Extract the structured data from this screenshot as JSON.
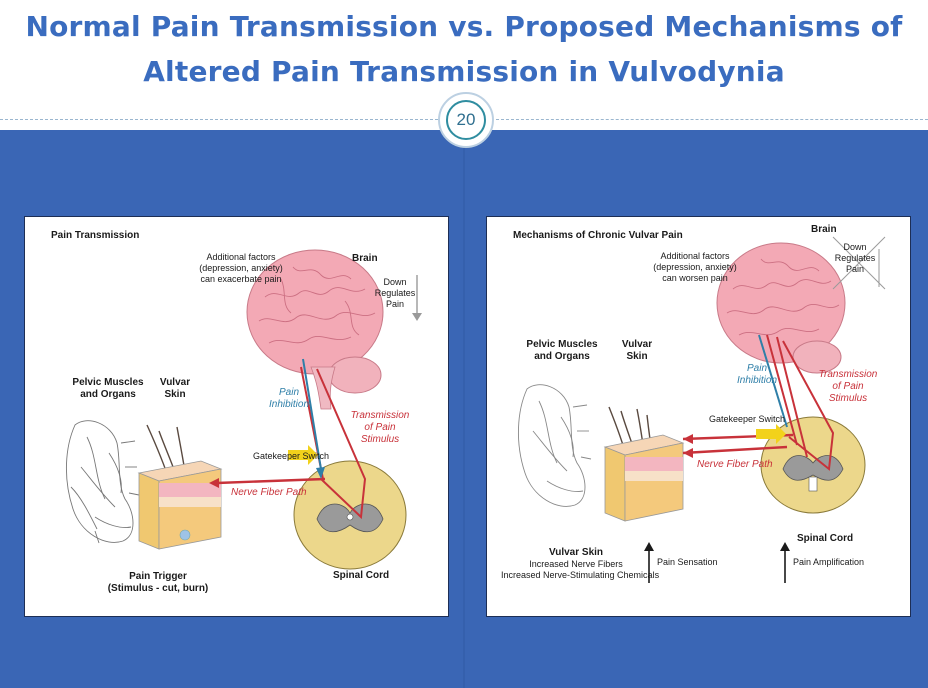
{
  "slide": {
    "title_line1": "Normal Pain Transmission vs. Proposed Mechanisms of",
    "title_line2": "Altered Pain Transmission in Vulvodynia",
    "page_number": "20"
  },
  "colors": {
    "title": "#3a6cbf",
    "background": "#3a66b5",
    "brain": "#f3a9b5",
    "nerve_red": "#c8323a",
    "inhibition_blue": "#2f7fa8",
    "switch_yellow": "#f2d21b"
  },
  "left_panel": {
    "title": "Pain Transmission",
    "brain_label": "Brain",
    "additional_factors": [
      "Additional factors",
      "(depression, anxiety)",
      "can exacerbate pain"
    ],
    "down_regulates": [
      "Down",
      "Regulates",
      "Pain"
    ],
    "pelvic_label": [
      "Pelvic Muscles",
      "and Organs"
    ],
    "vulvar_label": [
      "Vulvar",
      "Skin"
    ],
    "pain_inhibition": [
      "Pain",
      "Inhibition"
    ],
    "transmission": [
      "Transmission",
      "of Pain",
      "Stimulus"
    ],
    "gatekeeper": "Gatekeeper Switch",
    "nerve_path": "Nerve Fiber Path",
    "spinal_cord": "Spinal Cord",
    "pain_trigger": [
      "Pain Trigger",
      "(Stimulus - cut, burn)"
    ]
  },
  "right_panel": {
    "title": "Mechanisms of Chronic Vulvar Pain",
    "brain_label": "Brain",
    "additional_factors": [
      "Additional factors",
      "(depression, anxiety)",
      "can worsen pain"
    ],
    "down_regulates": [
      "Down",
      "Regulates",
      "Pain"
    ],
    "pelvic_label": [
      "Pelvic Muscles",
      "and Organs"
    ],
    "vulvar_label": [
      "Vulvar",
      "Skin"
    ],
    "pain_inhibition": [
      "Pain",
      "Inhibition"
    ],
    "transmission": [
      "Transmission",
      "of Pain",
      "Stimulus"
    ],
    "gatekeeper": "Gatekeeper Switch",
    "nerve_path": "Nerve Fiber Path",
    "spinal_cord": "Spinal Cord",
    "vulvar_skin_title": "Vulvar Skin",
    "vulvar_skin_items": [
      "Increased Nerve Fibers",
      "Increased Nerve-Stimulating Chemicals"
    ],
    "pain_sensation": "Pain Sensation",
    "pain_amplification": "Pain Amplification"
  }
}
